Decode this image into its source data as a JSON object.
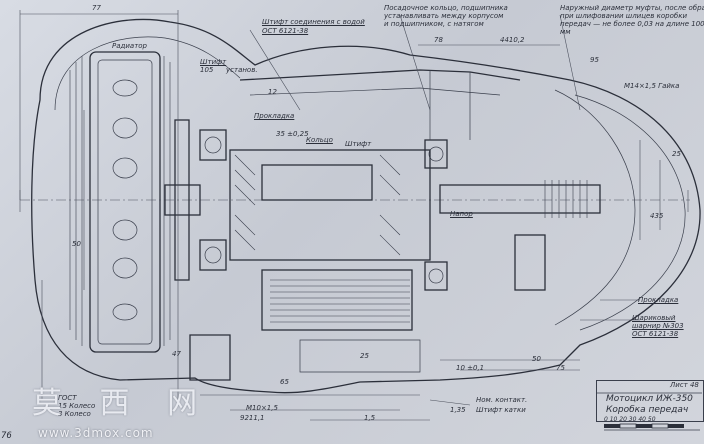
{
  "labels": {
    "page_num": "76",
    "dim_77": "77",
    "radiator": "Радиатор",
    "shtift_left": "Штифт",
    "shtift": "Штифт",
    "shtift_conn": "Штифт соединения с водой",
    "gost_top": "ОСТ 6121-38",
    "note_top_1": "Посадочное кольцо, подшипника",
    "note_top_2": "устанавливать между корпусом",
    "note_top_3": "и подшипником, с натягом",
    "note_right_1": "Наружный диаметр муфты, после обработки",
    "note_right_2": "при шлифовании шлицев коробки",
    "note_right_3": "передач — не более 0,03 на длине 100",
    "note_right_4": "мм",
    "dim_78": "78",
    "dim_4410": "4410,2",
    "dim_95": "95",
    "m14": "M14×1,5 Гайка",
    "dim_12": "12",
    "prokladka_top": "Прокладка",
    "dim_35": "35 ±0,25",
    "kolco": "Кольцо",
    "napor": "Напор",
    "dim_105": "105",
    "ustan": "установ.",
    "dim_50": "50",
    "dim_50b": "50",
    "dim_435": "435",
    "dim_25": "25",
    "prokladka_r": "Прокладка",
    "shariki_1": "Шариковый",
    "shariki_2": "шарнир №303",
    "gost_r": "ОСТ 6121-38",
    "dim_47": "47",
    "dim_75": "75",
    "dim_10": "10 ±0,1",
    "dim_25b": "25",
    "dim_65": "65",
    "nom_kontakt": "Ном. контакт.",
    "shtift_kat": "Штифт катки",
    "dim_135": "1,35",
    "dim_155": "1,5",
    "dim_r10": "M10×1,5",
    "dim_9211": "9211,1",
    "left_gost_1": "ГОСТ",
    "left_gost_2": "15 Колесо",
    "left_gost_3": "3 Колесо",
    "list": "Лист 48",
    "title_1": "Мотоцикл ИЖ-350",
    "title_2": "Коробка передач",
    "scale": "0   10  20  30  40  50",
    "wm_cn": "莫 西 网",
    "wm_url": "www.3dmox.com"
  },
  "colors": {
    "ink": "#2b2f3a",
    "paper": "#d2d5dc"
  }
}
